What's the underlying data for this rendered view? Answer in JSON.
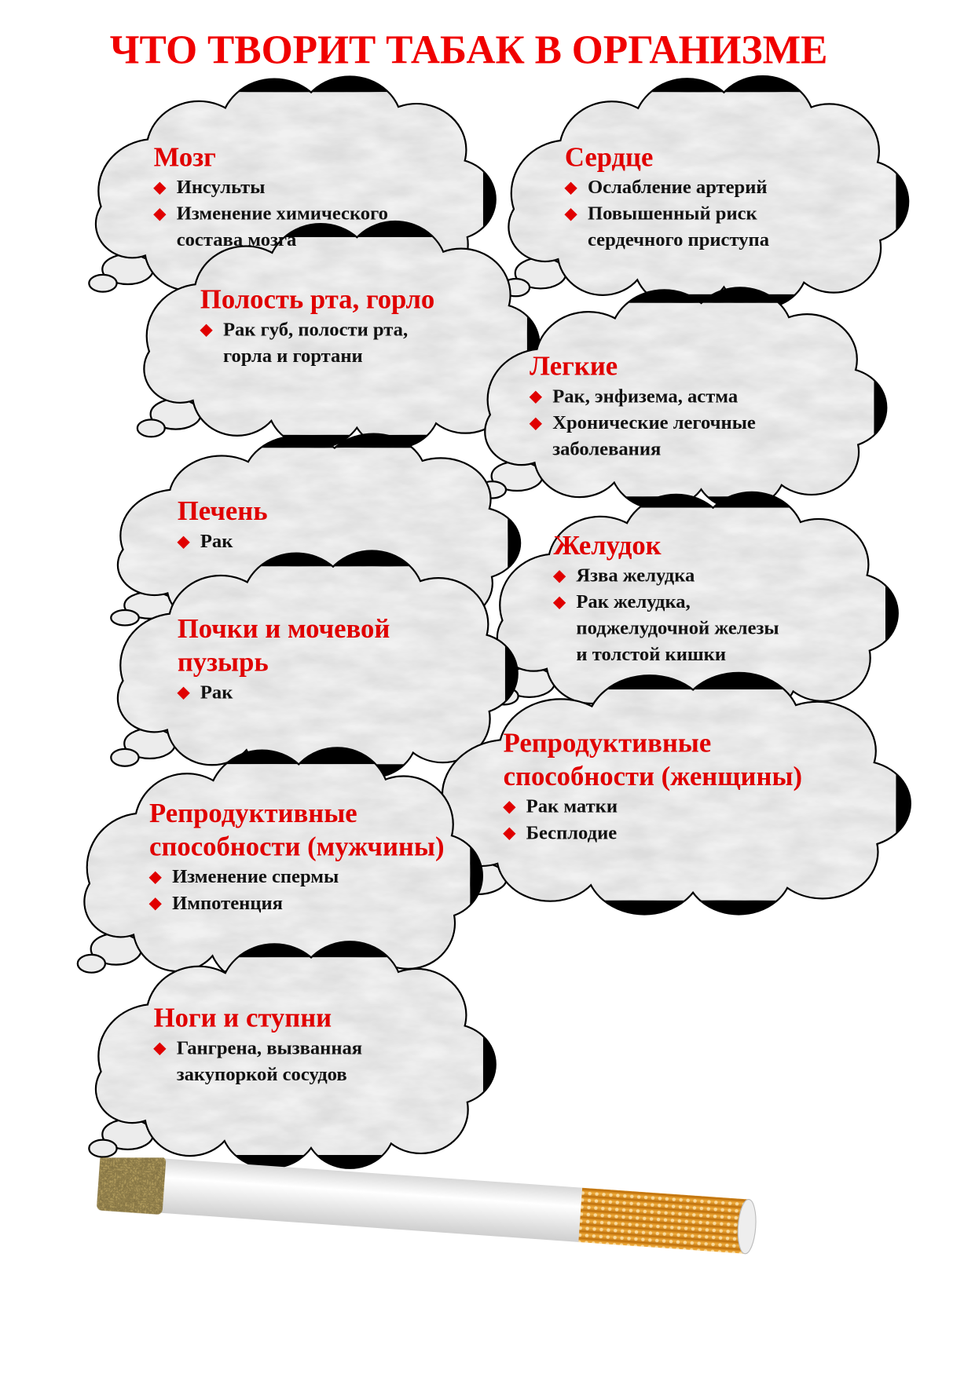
{
  "title": "ЧТО ТВОРИТ ТАБАК В ОРГАНИЗМЕ",
  "bullet_icon": "diamond-bullet",
  "colors": {
    "heading": "#e00000",
    "title": "#f00000",
    "text": "#111111"
  },
  "clouds": [
    {
      "id": "brain",
      "heading": [
        "Мозг"
      ],
      "items": [
        [
          "Инсульты"
        ],
        [
          "Изменение химического",
          "состава мозга"
        ]
      ]
    },
    {
      "id": "heart",
      "heading": [
        "Сердце"
      ],
      "items": [
        [
          "Ослабление артерий"
        ],
        [
          "Повышенный риск",
          "сердечного приступа"
        ]
      ]
    },
    {
      "id": "mouth",
      "heading": [
        "Полость рта, горло"
      ],
      "items": [
        [
          "Рак губ, полости рта,",
          "горла и гортани"
        ]
      ]
    },
    {
      "id": "lungs",
      "heading": [
        "Легкие"
      ],
      "items": [
        [
          "Рак, энфизема, астма"
        ],
        [
          "Хронические легочные",
          "заболевания"
        ]
      ]
    },
    {
      "id": "liver",
      "heading": [
        "Печень"
      ],
      "items": [
        [
          "Рак"
        ]
      ]
    },
    {
      "id": "stomach",
      "heading": [
        "Желудок"
      ],
      "items": [
        [
          "Язва желудка"
        ],
        [
          "Рак желудка,",
          "поджелудочной железы",
          "и толстой кишки"
        ]
      ]
    },
    {
      "id": "kidneys",
      "heading": [
        "Почки и мочевой",
        "пузырь"
      ],
      "items": [
        [
          "Рак"
        ]
      ]
    },
    {
      "id": "repro-female",
      "heading": [
        "Репродуктивные",
        "способности (женщины)"
      ],
      "items": [
        [
          "Рак матки"
        ],
        [
          "Бесплодие"
        ]
      ]
    },
    {
      "id": "repro-male",
      "heading": [
        "Репродуктивные",
        "способности (мужчины)"
      ],
      "items": [
        [
          "Изменение спермы"
        ],
        [
          "Импотенция"
        ]
      ]
    },
    {
      "id": "legs",
      "heading": [
        "Ноги и ступни"
      ],
      "items": [
        [
          "Гангрена, вызванная",
          "закупоркой сосудов"
        ]
      ]
    }
  ]
}
